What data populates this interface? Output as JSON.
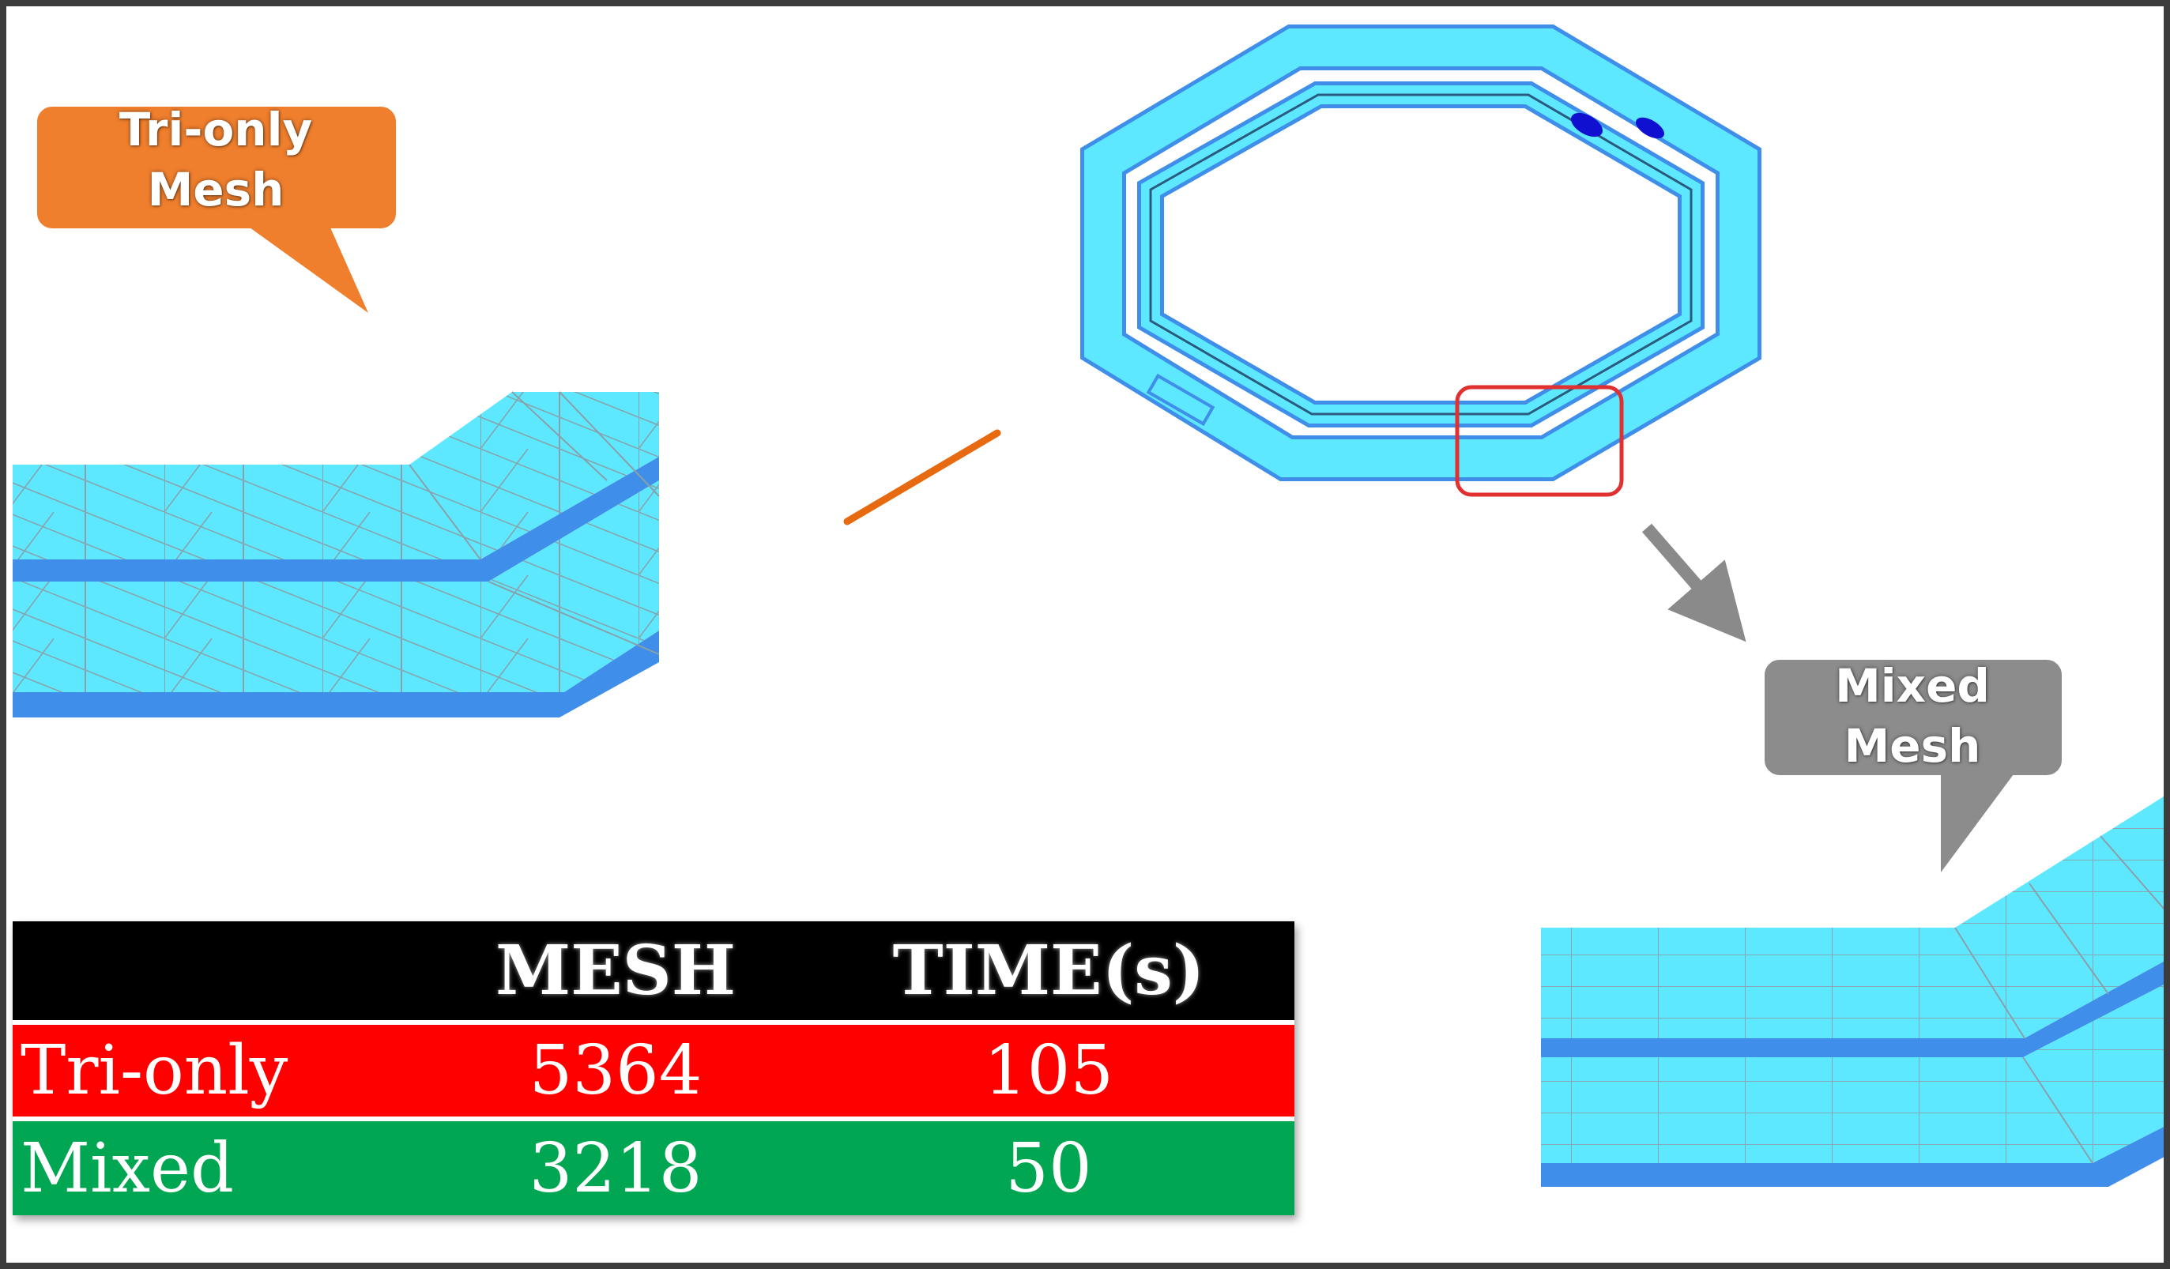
{
  "callouts": {
    "tri_only": {
      "line1": "Tri-only",
      "line2": "Mesh",
      "color": "#f07f2d"
    },
    "mixed": {
      "line1": "Mixed",
      "line2": "Mesh",
      "color": "#8c8c8c"
    }
  },
  "colors": {
    "mesh_face": "#5ee8ff",
    "mesh_edge": "#3f8fea",
    "mesh_lines": "#8aa0a8",
    "highlight_box": "#e03030",
    "tri_arrow": "#e86a10",
    "mixed_arrow": "#8a8a8a",
    "port": "#1010d0"
  },
  "table": {
    "headers": [
      "",
      "MESH",
      "TIME(s)"
    ],
    "rows": [
      {
        "name": "Tri-only",
        "mesh": "5364",
        "time": "105",
        "color": "#ff0000"
      },
      {
        "name": "Mixed",
        "mesh": "3218",
        "time": "50",
        "color": "#00a651"
      }
    ]
  }
}
